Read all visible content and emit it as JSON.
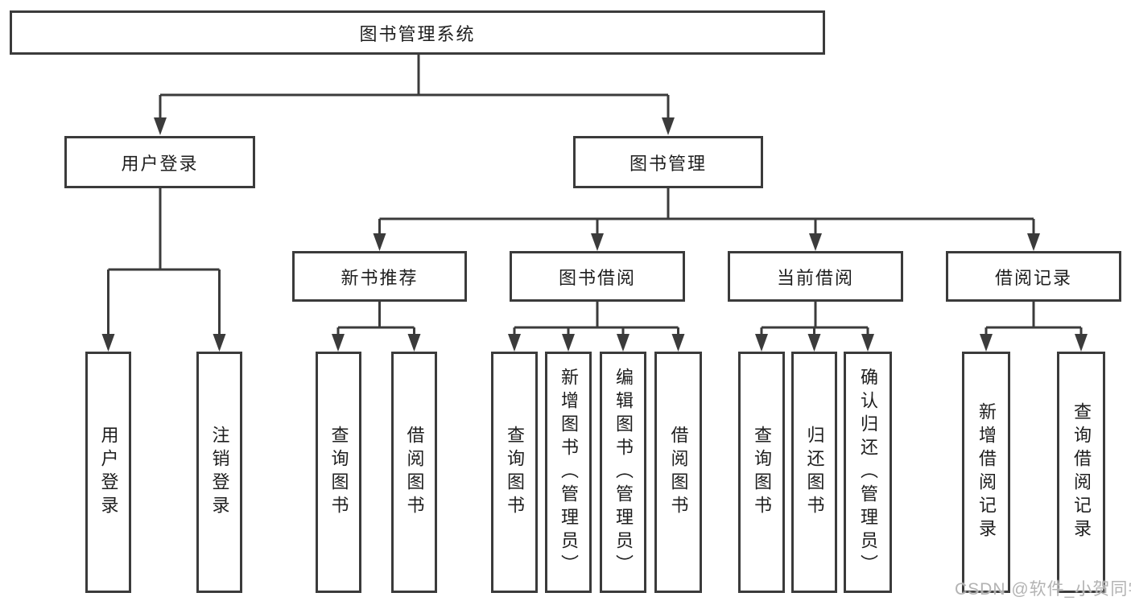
{
  "title": "图书管理系统",
  "watermark": "CSDN @软件_小贺同学",
  "colors": {
    "line": "#3b3b3b",
    "text": "#1e1e1e",
    "background": "#ffffff",
    "watermark": "#b3b3b3"
  },
  "nodes": {
    "root": {
      "label": "图书管理系统"
    },
    "user_login": {
      "label": "用户登录"
    },
    "book_mgmt": {
      "label": "图书管理"
    },
    "new_book_rec": {
      "label": "新书推荐"
    },
    "book_borrow": {
      "label": "图书借阅"
    },
    "current_borrow": {
      "label": "当前借阅"
    },
    "borrow_records": {
      "label": "借阅记录"
    },
    "leaf_user_login": {
      "label": "用户登录"
    },
    "leaf_logout": {
      "label": "注销登录"
    },
    "leaf_rec_query_book": {
      "label": "查询图书"
    },
    "leaf_rec_borrow_book": {
      "label": "借阅图书"
    },
    "leaf_bb_query_book": {
      "label": "查询图书"
    },
    "leaf_bb_add_book": {
      "label": "新增图书（管理员）"
    },
    "leaf_bb_edit_book": {
      "label": "编辑图书（管理员）"
    },
    "leaf_bb_borrow_book": {
      "label": "借阅图书"
    },
    "leaf_cb_query_book": {
      "label": "查询图书"
    },
    "leaf_cb_return_book": {
      "label": "归还图书"
    },
    "leaf_cb_confirm_return": {
      "label": "确认归还（管理员）"
    },
    "leaf_br_add_record": {
      "label": "新增借阅记录"
    },
    "leaf_br_query_record": {
      "label": "查询借阅记录"
    }
  }
}
